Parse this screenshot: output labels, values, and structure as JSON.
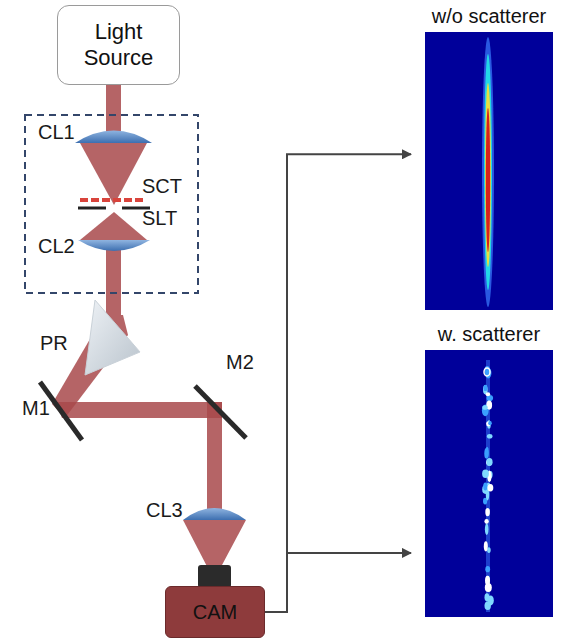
{
  "diagram": {
    "nodes": [
      {
        "text": [
          "Light Source"
        ]
      },
      {
        "text": [
          "CAM"
        ]
      },
      {
        "text": [
          "w/o scatterer"
        ]
      },
      {
        "text": [
          "w. scatterer"
        ]
      }
    ],
    "edges": [
      {
        "from": 1,
        "to": 2,
        "arrow": "to"
      },
      {
        "from": 1,
        "to": 3,
        "arrow": "to"
      }
    ],
    "labels": [
      "CL1",
      "SCT",
      "SLT",
      "CL2",
      "PR",
      "M1",
      "M2",
      "CL3"
    ]
  }
}
